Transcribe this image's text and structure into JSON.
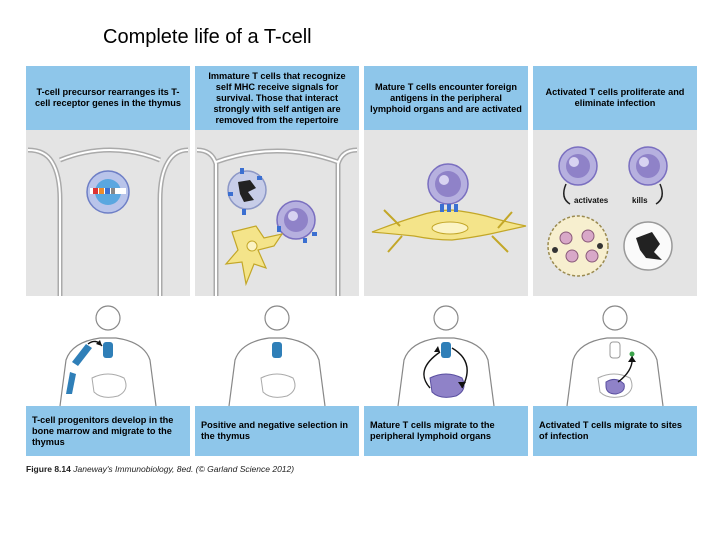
{
  "slide": {
    "title": "Complete life of a T-cell"
  },
  "panels": [
    {
      "top_text": "T-cell precursor rearranges its T-cell receptor genes in the thymus",
      "bottom_text": "T-cell progenitors develop in the bone marrow and migrate to the thymus"
    },
    {
      "top_text": "Immature T cells that recognize self MHC receive signals for survival. Those that interact strongly with self antigen are removed from the repertoire",
      "bottom_text": "Positive and negative selection in the thymus"
    },
    {
      "top_text": "Mature T cells encounter foreign antigens in the peripheral lymphoid organs and are activated",
      "bottom_text": "Mature T cells migrate to the peripheral lymphoid organs"
    },
    {
      "top_text": "Activated T cells proliferate and eliminate infection",
      "bottom_text": "Activated T cells migrate to sites of infection"
    }
  ],
  "labels": {
    "activates": "activates",
    "kills": "kills"
  },
  "caption": {
    "figure": "Figure 8.14",
    "source": "Janeway's Immunobiology, 8ed. (© Garland Science 2012)"
  },
  "colors": {
    "panel_blue": "#8ec6ea",
    "panel_gray": "#e4e4e4",
    "tcell_purple": "#8f82c8",
    "thymus_blue": "#2f7fb8",
    "dendritic_yellow": "#f4e48a"
  }
}
